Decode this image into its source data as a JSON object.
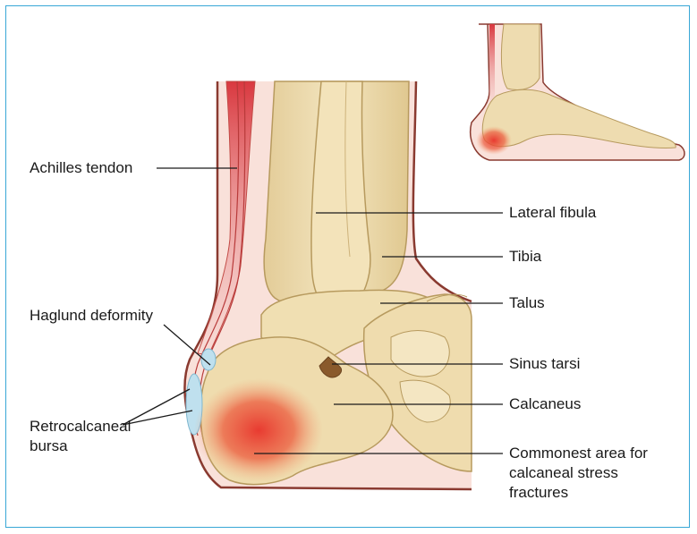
{
  "figure": {
    "labels": {
      "achilles_tendon": "Achilles tendon",
      "lateral_fibula": "Lateral fibula",
      "tibia": "Tibia",
      "talus": "Talus",
      "haglund_deformity": "Haglund deformity",
      "sinus_tarsi": "Sinus tarsi",
      "calcaneus": "Calcaneus",
      "retrocalcaneal_bursa_line1": "Retrocalcaneal",
      "retrocalcaneal_bursa_line2": "bursa",
      "stress_fracture_line1": "Commonest area for",
      "stress_fracture_line2": "calcaneal stress",
      "stress_fracture_line3": "fractures"
    },
    "colors": {
      "frame_border": "#38a7d6",
      "skin": "#f9e1da",
      "skin_outline": "#8a3a30",
      "bone": "#eedcb0",
      "bone_outline": "#b79a5e",
      "tendon_red": "#d9383f",
      "bursa": "#bfe0ee",
      "fracture_area": "#e8322a"
    }
  }
}
